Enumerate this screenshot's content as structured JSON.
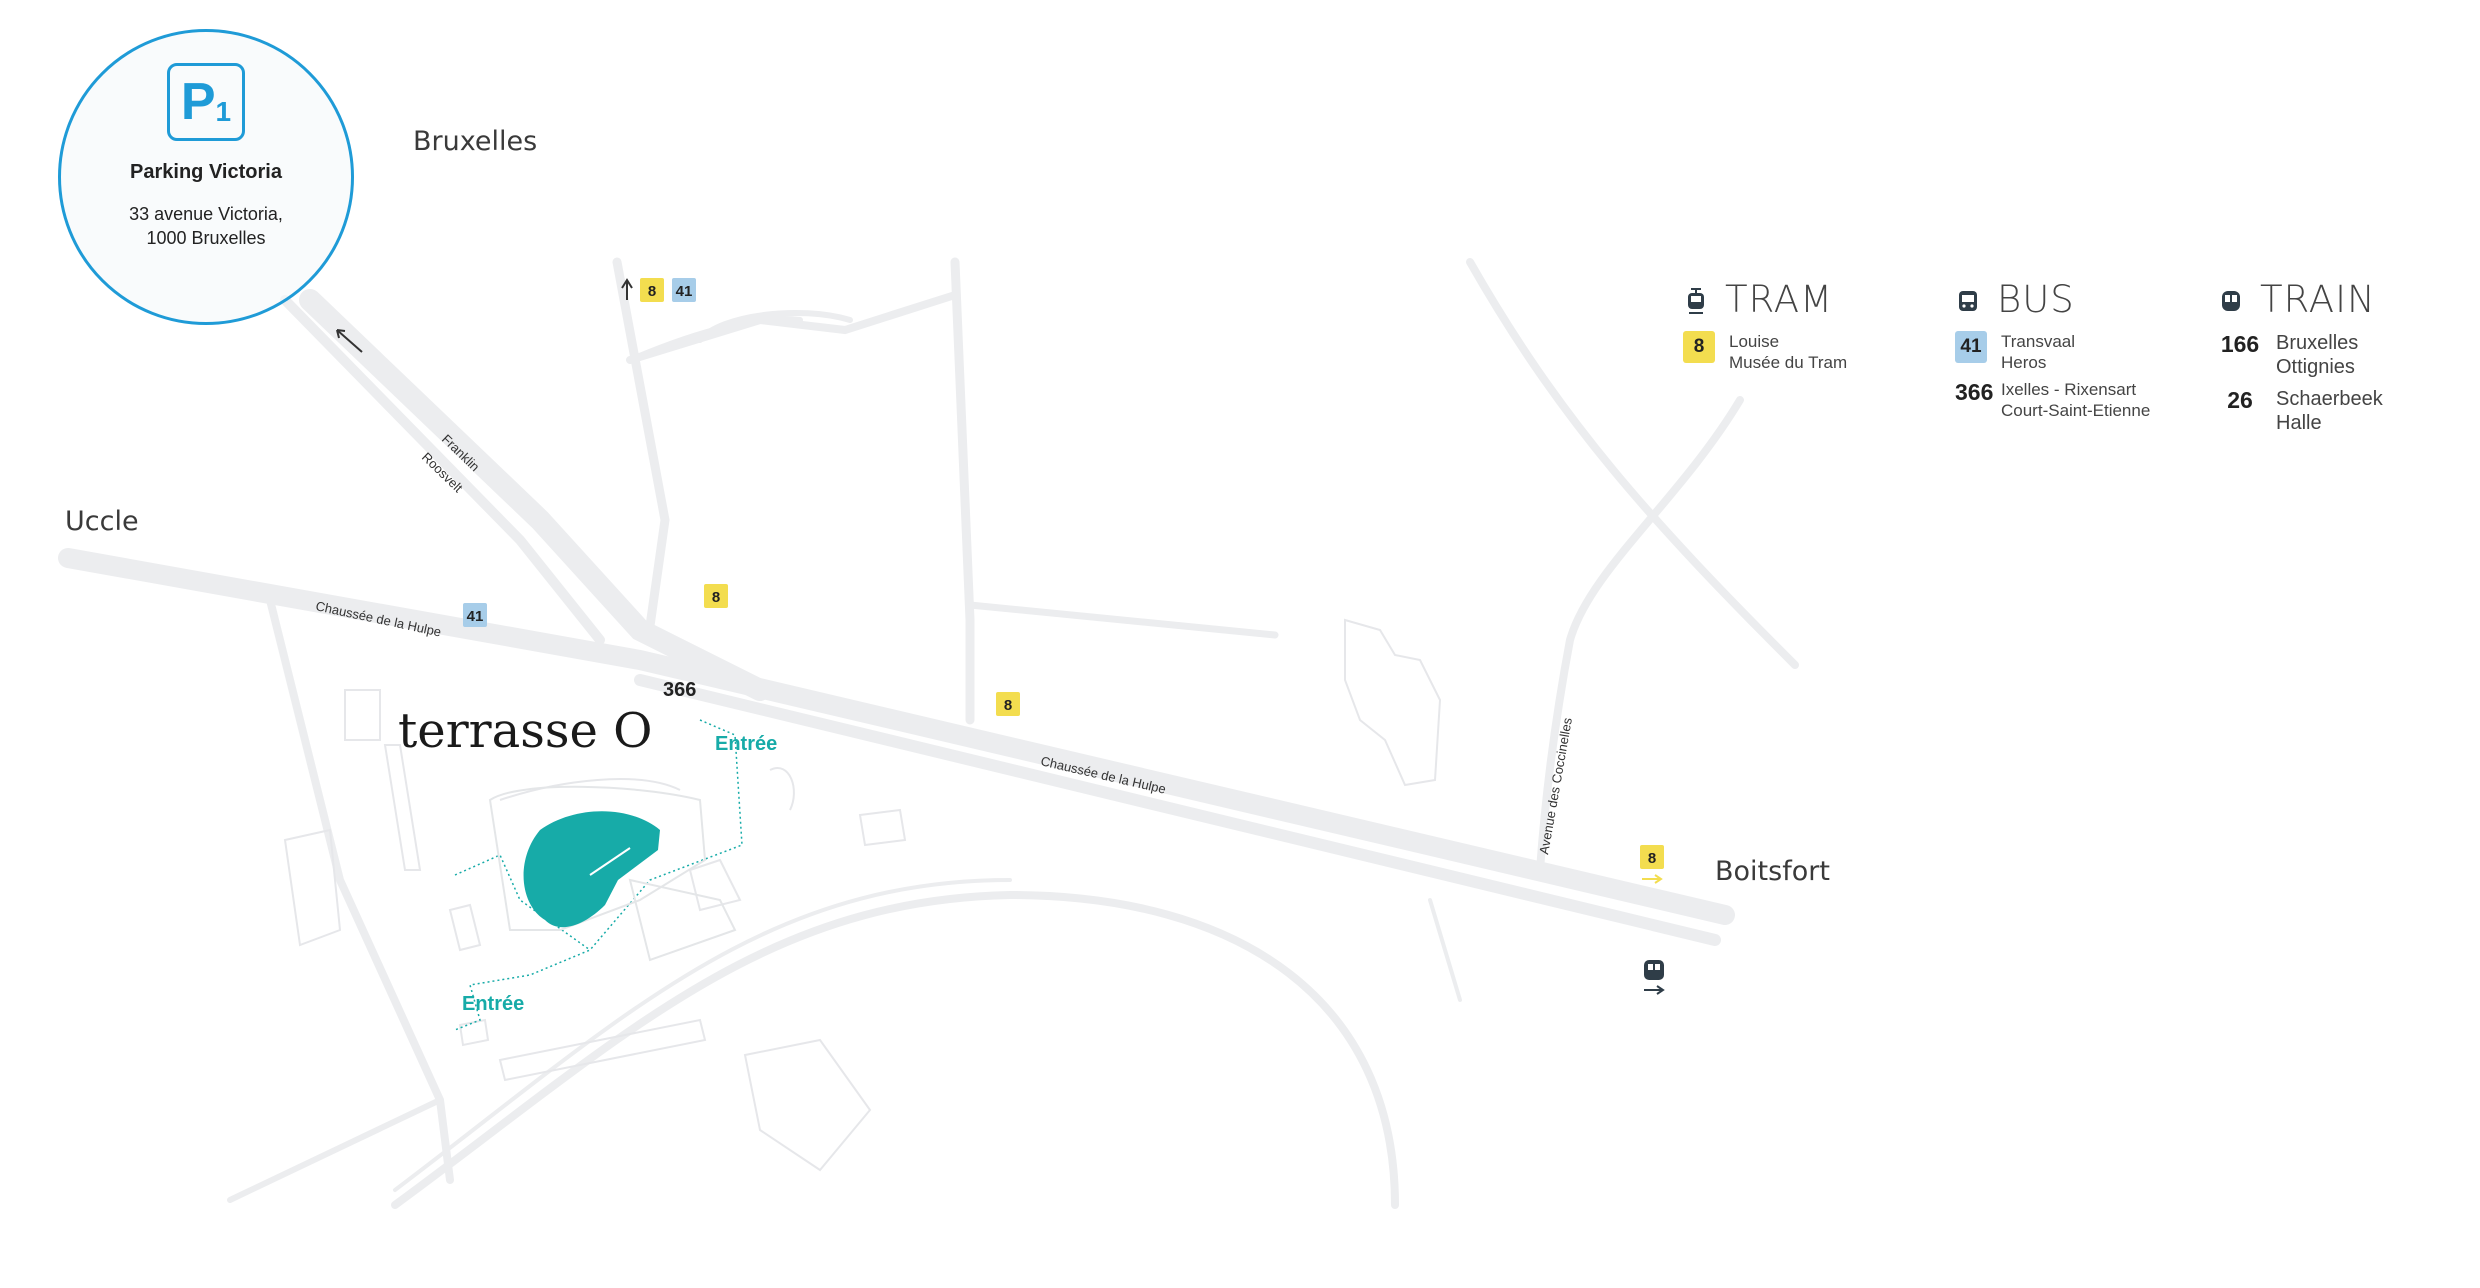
{
  "cities": {
    "bruxelles": "Bruxelles",
    "uccle": "Uccle",
    "boitsfort": "Boitsfort"
  },
  "streets": {
    "franklin": "Franklin",
    "roosvelt": "Roosvelt",
    "hulpe_west": "Chaussée de la Hulpe",
    "hulpe_east": "Chaussée de la Hulpe",
    "coccinelles": "Avenue des Coccinelles"
  },
  "venue": {
    "logo_text": "terrasse O",
    "entrance_1": "Entrée",
    "entrance_2": "Entrée",
    "bus_366": "366"
  },
  "stops": {
    "top_tram": "8",
    "top_bus": "41",
    "hulpe_bus": "41",
    "mid_tram_1": "8",
    "mid_tram_2": "8",
    "boitsfort_tram": "8"
  },
  "parking": {
    "sign_letter": "P",
    "sign_number": "1",
    "name": "Parking Victoria",
    "address_line1": "33 avenue Victoria,",
    "address_line2": "1000 Bruxelles"
  },
  "legend": {
    "tram": {
      "title": "TRAM",
      "lines": [
        {
          "number": "8",
          "desc1": "Louise",
          "desc2": "Musée du Tram"
        }
      ]
    },
    "bus": {
      "title": "BUS",
      "lines": [
        {
          "number": "41",
          "desc1": "Transvaal",
          "desc2": "Heros"
        },
        {
          "number": "366",
          "desc1": "Ixelles - Rixensart",
          "desc2": "Court-Saint-Etienne"
        }
      ]
    },
    "train": {
      "title": "TRAIN",
      "lines": [
        {
          "number": "166",
          "desc1": "Bruxelles",
          "desc2": "Ottignies"
        },
        {
          "number": "26",
          "desc1": "Schaerbeek",
          "desc2": "Halle"
        }
      ]
    }
  },
  "colors": {
    "tram_yellow": "#f3dd4f",
    "bus_blue": "#a7cde9",
    "venue_teal": "#17aba8",
    "parking_blue": "#1f9bd7",
    "road_gray": "#ecedef"
  }
}
